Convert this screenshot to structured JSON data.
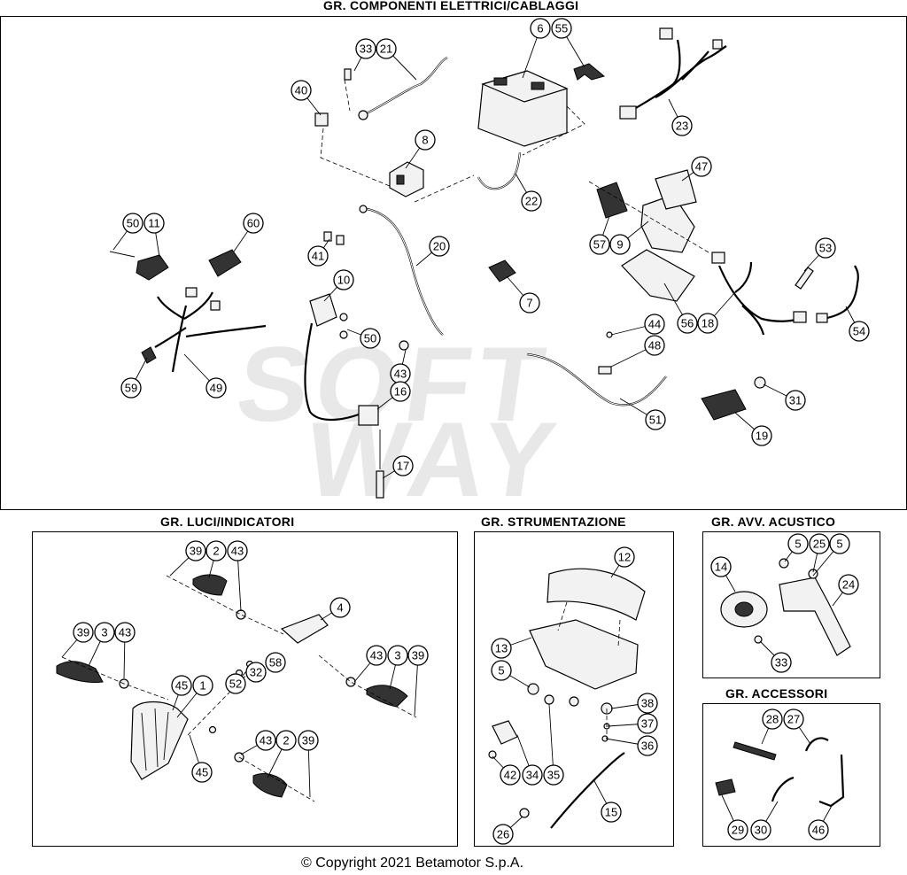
{
  "sections": {
    "electrical": {
      "title": "GR. COMPONENTI ELETTRICI/CABLAGGI"
    },
    "lights": {
      "title": "GR. LUCI/INDICATORI"
    },
    "instruments": {
      "title": "GR. STRUMENTAZIONE"
    },
    "horn": {
      "title": "GR. AVV. ACUSTICO"
    },
    "accessories": {
      "title": "GR. ACCESSORI"
    }
  },
  "copyright": "© Copyright 2021 Betamotor S.p.A.",
  "callouts": {
    "electrical": [
      "33",
      "21",
      "6",
      "55",
      "40",
      "8",
      "23",
      "22",
      "47",
      "50",
      "11",
      "60",
      "41",
      "20",
      "57",
      "9",
      "53",
      "10",
      "7",
      "56",
      "18",
      "54",
      "50",
      "44",
      "48",
      "59",
      "49",
      "43",
      "16",
      "31",
      "51",
      "19",
      "17"
    ],
    "lights": [
      "39",
      "2",
      "43",
      "4",
      "39",
      "3",
      "43",
      "43",
      "3",
      "39",
      "45",
      "1",
      "52",
      "32",
      "58",
      "43",
      "2",
      "39",
      "45"
    ],
    "instruments": [
      "12",
      "13",
      "5",
      "38",
      "37",
      "36",
      "42",
      "34",
      "35",
      "15",
      "26"
    ],
    "horn": [
      "5",
      "25",
      "5",
      "14",
      "24",
      "33"
    ],
    "accessories": [
      "28",
      "27",
      "29",
      "30",
      "46"
    ]
  }
}
